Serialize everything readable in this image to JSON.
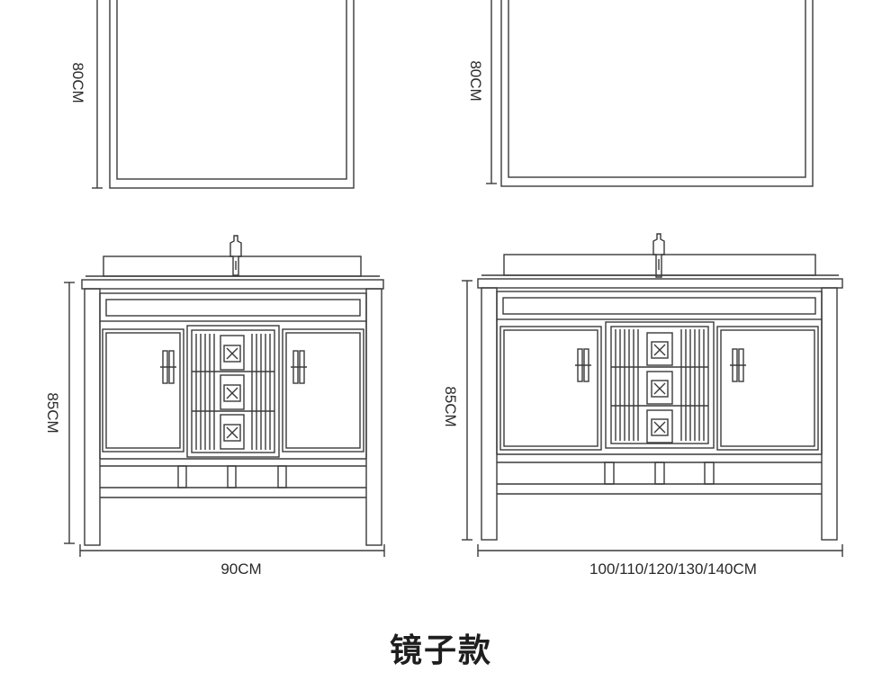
{
  "caption": "镜子款",
  "colors": {
    "line": "#3a3a3a",
    "text": "#2a2a2a"
  },
  "left_unit": {
    "mirror_height_label": "80CM",
    "cabinet_height_label": "85CM",
    "width_label": "90CM"
  },
  "right_unit": {
    "mirror_height_label": "80CM",
    "cabinet_height_label": "85CM",
    "width_label": "100/110/120/130/140CM"
  }
}
